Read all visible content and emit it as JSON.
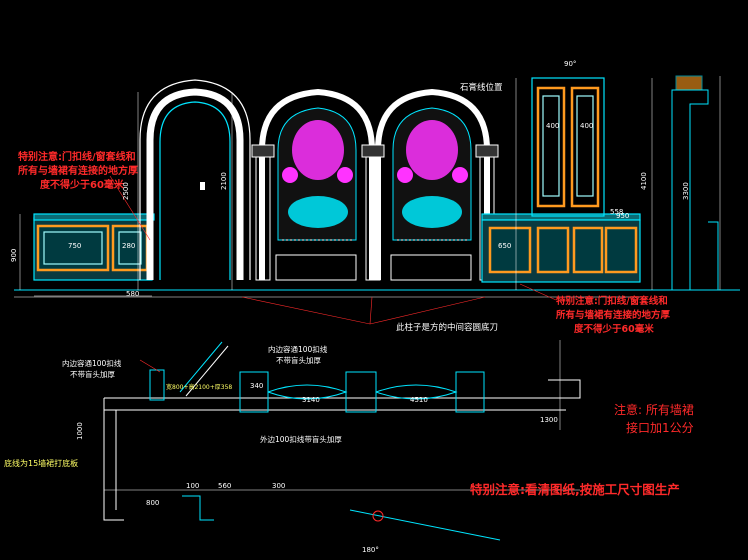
{
  "notes": {
    "left_special": [
      "特别注意:门扣线/窗套线和",
      "所有与墙裙有连接的地方厚",
      "度不得少于60毫米"
    ],
    "right_special": [
      "特别注意:门扣线/窗套线和",
      "所有与墙裙有连接的地方厚",
      "度不得少于60毫米"
    ],
    "wall_note": [
      "注意: 所有墙裙",
      "接口加1公分"
    ],
    "bottom_special": "特别注意:看清图纸,按施工尺寸图生产",
    "column_note": "此柱子是方的中间容圆底刀",
    "stone_line": "石膏线位置",
    "inner_top": [
      "内边容通100扣线",
      "不带盲头加厚"
    ],
    "inner_left": [
      "内边容通100扣线",
      "不带盲头加厚"
    ],
    "outer_bottom": "外边100扣线带盲头加厚",
    "base_note": "底线为15墙裙打底板",
    "plan_dims": "宽800+高2100+厚358"
  },
  "dims": {
    "d_750": "750",
    "d_280": "280",
    "d_2500": "2500",
    "d_650": "650",
    "d_400": "400",
    "d_400b": "400",
    "d_558": "558",
    "d_950": "950",
    "d_580": "580",
    "d_90": "90°",
    "d_4100": "4100",
    "d_3300": "3300",
    "d_900": "900",
    "d_2100": "2100",
    "d_1000": "1000",
    "d_1300": "1300",
    "d_800": "800",
    "d_100": "100",
    "d_560": "560",
    "d_300": "300",
    "d_340": "340",
    "d_3140": "3140",
    "d_4510": "4510",
    "d_180": "180°"
  },
  "colors": {
    "cad_bg": "#000000",
    "cyan": "#00e5ff",
    "white": "#ffffff",
    "magenta": "#ff33ff",
    "orange": "#ff9a1f",
    "red": "#ff2a2a",
    "yellow": "#ffff66"
  }
}
